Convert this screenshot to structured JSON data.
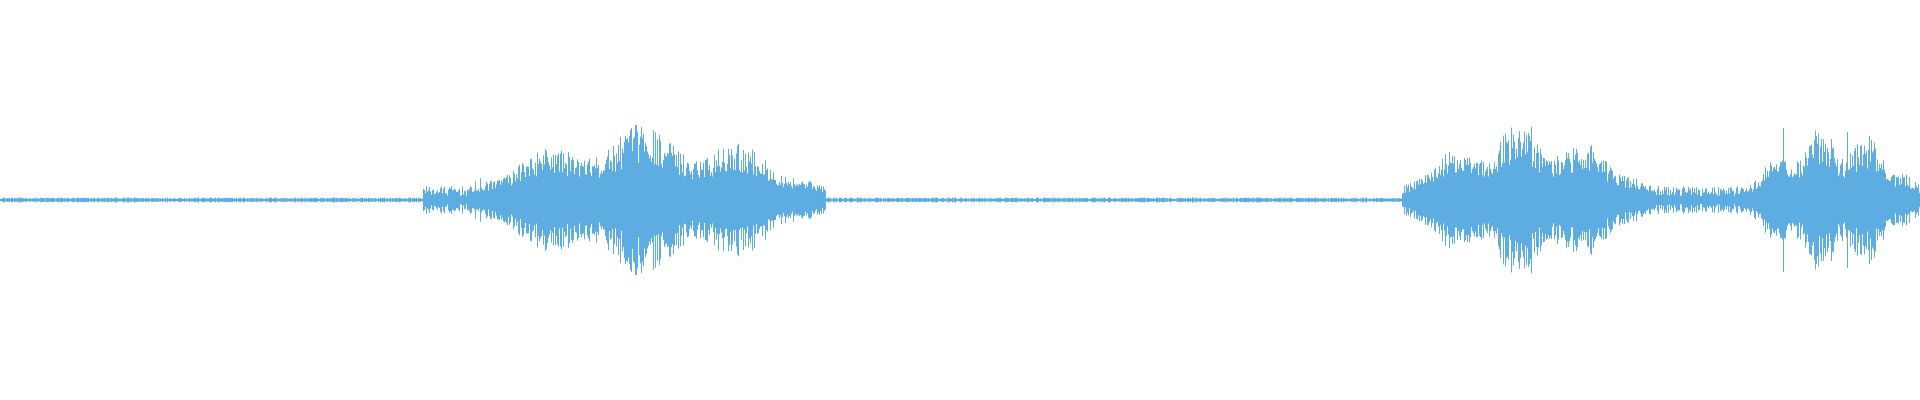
{
  "waveform": {
    "color": "#5DADE2",
    "background": "#FFFFFF",
    "segments": [
      {
        "start": 0.0,
        "end": 0.22,
        "level": "silence"
      },
      {
        "start": 0.22,
        "end": 0.245,
        "level": "low"
      },
      {
        "start": 0.245,
        "end": 0.43,
        "level": "speech"
      },
      {
        "start": 0.43,
        "end": 0.73,
        "level": "silence"
      },
      {
        "start": 0.73,
        "end": 0.86,
        "level": "speech"
      },
      {
        "start": 0.86,
        "end": 0.91,
        "level": "low"
      },
      {
        "start": 0.91,
        "end": 1.0,
        "level": "speech"
      }
    ]
  }
}
